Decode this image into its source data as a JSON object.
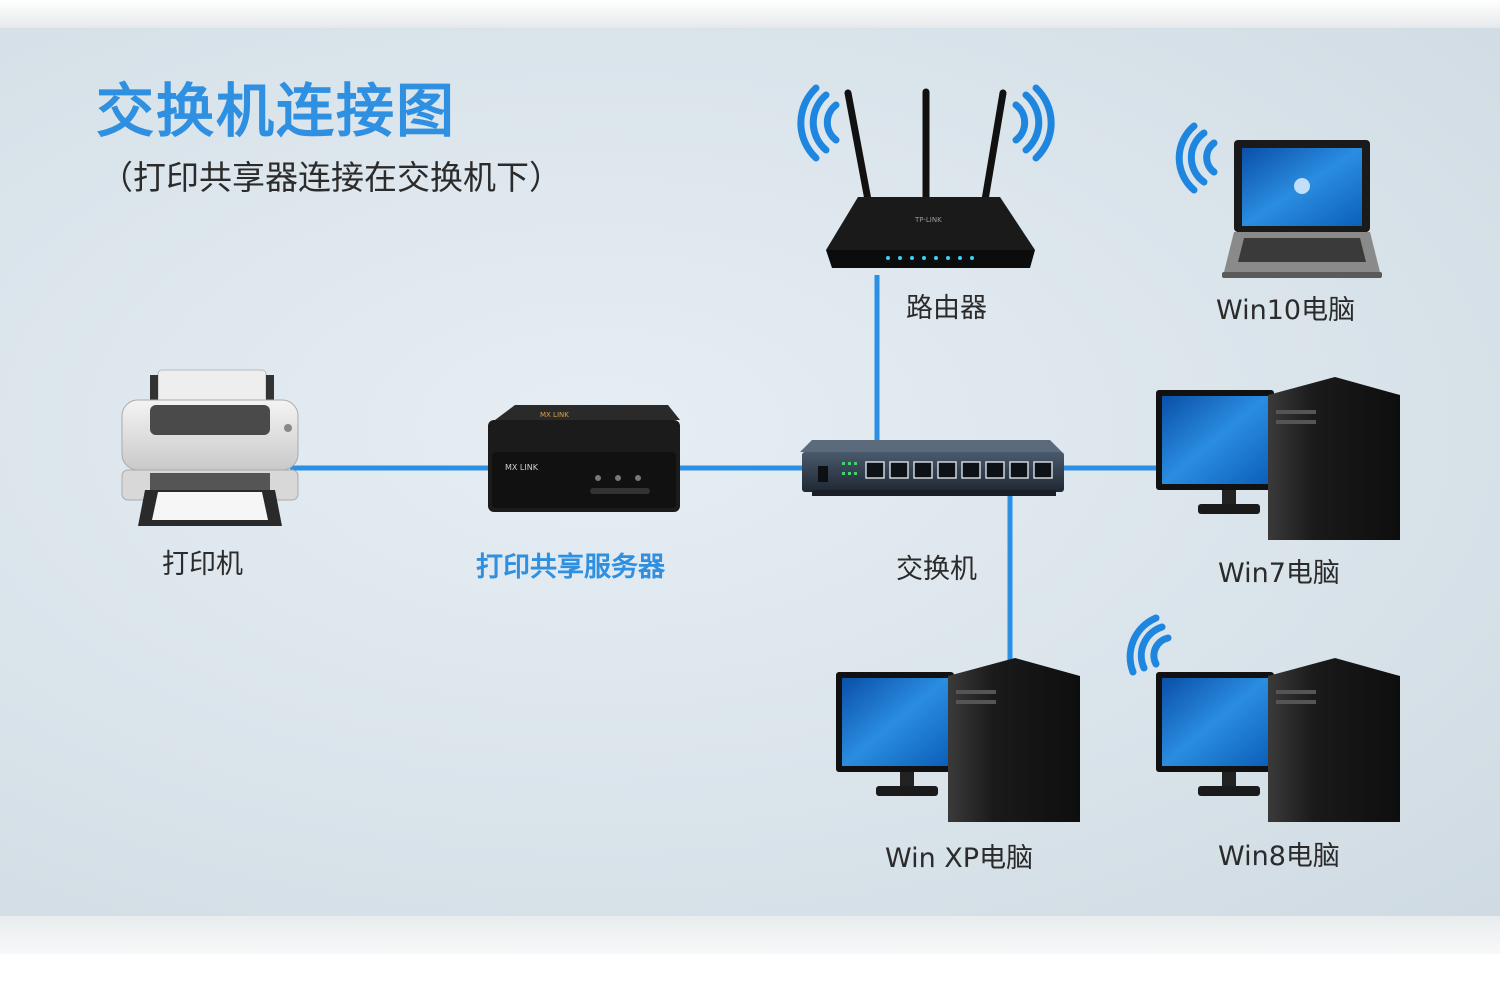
{
  "title": "交换机连接图",
  "subtitle": "（打印共享器连接在交换机下）",
  "nodes": {
    "printer": "打印机",
    "print_server": "打印共享服务器",
    "router": "路由器",
    "switch": "交换机",
    "win10": "Win10电脑",
    "win7": "Win7电脑",
    "winxp": "Win XP电脑",
    "win8": "Win8电脑"
  },
  "device_marks": {
    "print_server_brand": "MX LINK",
    "router_brand": "TP-LINK"
  },
  "colors": {
    "title": "#2f8fe0",
    "link_line": "#2b8fe3",
    "wifi": "#1f86e0",
    "text": "#2b2b2b"
  }
}
